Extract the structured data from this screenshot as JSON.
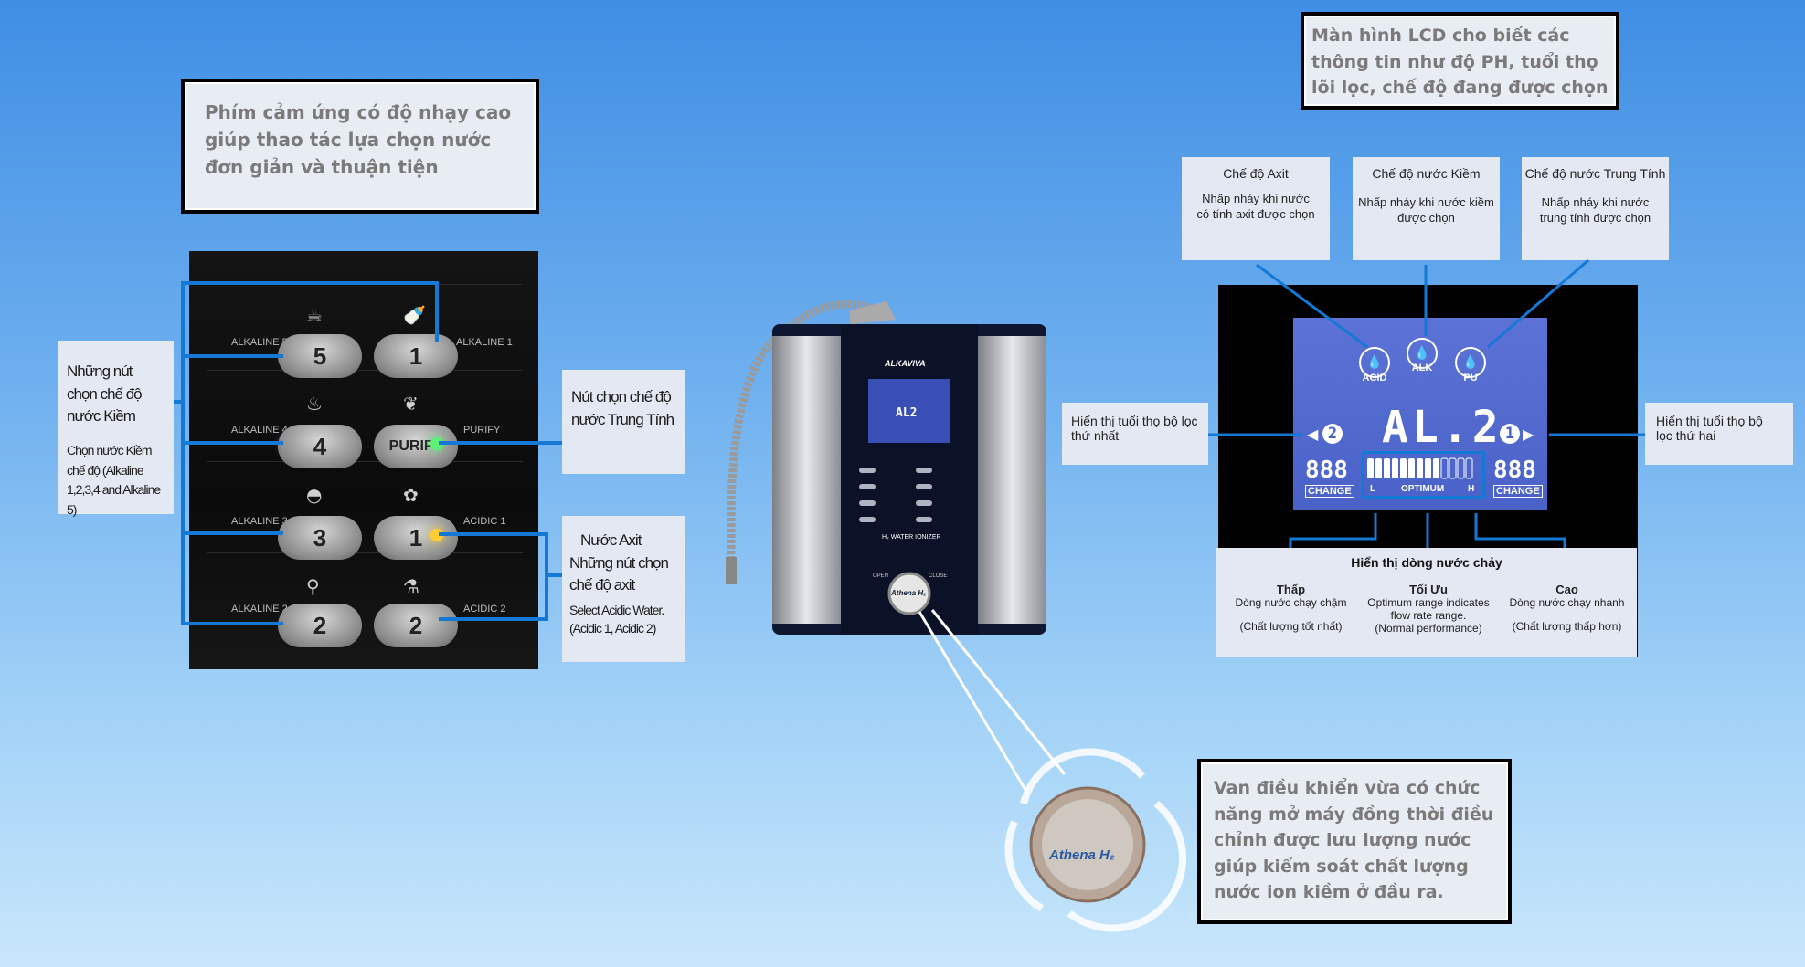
{
  "top_left_callout": "Phím cảm ứng có độ nhạy cao giúp thao tác lựa chọn nước đơn giản và thuận tiện",
  "top_right_callout": "Màn hình LCD cho biết các thông tin như độ PH, tuổi thọ lõi lọc, chế độ đang được chọn",
  "bottom_right_callout": "Van điều khiển vừa có chức năng mở máy đồng thời điều chỉnh được lưu lượng nước giúp kiểm soát chất lượng nước ion kiềm ở đầu ra.",
  "left_notes": {
    "alkaline_title": "Những nút chọn chế độ nước Kiềm",
    "alkaline_desc": "Chọn nước Kiềm chế độ (Alkaline 1,2,3,4 and Alkaline 5)",
    "purify_title": "Nút chọn chế độ nước Trung Tính",
    "acid_title": "Nước Axit",
    "acid_sub": "Những nút chọn chế độ axit",
    "acid_desc": "Select Acidic Water. (Acidic 1, Acidic 2)"
  },
  "panel": {
    "buttons": {
      "b5": "5",
      "b1": "1",
      "b4": "4",
      "purify": "PURIFY",
      "b3": "3",
      "a1": "1",
      "b2": "2",
      "a2": "2"
    },
    "labels": {
      "alk5": "ALKALINE 5",
      "alk1": "ALKALINE 1",
      "alk4": "ALKALINE 4",
      "purify": "PURIFY",
      "alk3": "ALKALINE 3",
      "acid1": "ACIDIC 1",
      "alk2": "ALKALINE 2",
      "acid2": "ACIDIC 2"
    },
    "led_colors": {
      "purify": "#5ff07a",
      "alk4": "#d270ff",
      "acid1": "#ffcc33"
    }
  },
  "device": {
    "brand": "ALKAVIVA",
    "lcd_text": "AL2",
    "model_label": "H₂ WATER IONIZER",
    "knob_text": "Athena H₂",
    "open": "OPEN",
    "close": "CLOSE"
  },
  "mode_boxes": {
    "acid": {
      "title": "Chế độ Axit",
      "desc": "Nhấp nháy khi nước có tính axit được chọn"
    },
    "alk": {
      "title": "Chế độ nước Kiềm",
      "desc": "Nhấp nháy khi nước kiềm được chọn"
    },
    "pu": {
      "title": "Chế độ nước Trung Tính",
      "desc": "Nhấp nháy khi nước trung tính được chọn"
    }
  },
  "lcd": {
    "mode_acid": "ACID",
    "mode_alk": "ALK",
    "mode_pu": "PU",
    "main_reading": "AL.2",
    "left_filter_no": "2",
    "right_filter_no": "1",
    "left_digits": "888",
    "right_digits": "888",
    "change": "CHANGE",
    "bar_l": "L",
    "bar_mid": "OPTIMUM",
    "bar_h": "H"
  },
  "filter_labels": {
    "first": "Hiển thị tuổi thọ bộ lọc thứ nhất",
    "second": "Hiển thị tuổi thọ bộ lọc thứ hai"
  },
  "flow": {
    "title": "Hiển thị dòng nước chảy",
    "low_title": "Thấp",
    "low_desc": "Dòng nước chạy chậm",
    "low_note": "(Chất lượng tốt nhất)",
    "opt_title": "Tối Ưu",
    "opt_desc": "Optimum range indicates flow rate range.",
    "opt_note": "(Normal performance)",
    "high_title": "Cao",
    "high_desc": "Dòng nước chạy nhanh",
    "high_note": "(Chất lượng thấp hơn)"
  },
  "zoom_knob_text": "Athena H₂"
}
